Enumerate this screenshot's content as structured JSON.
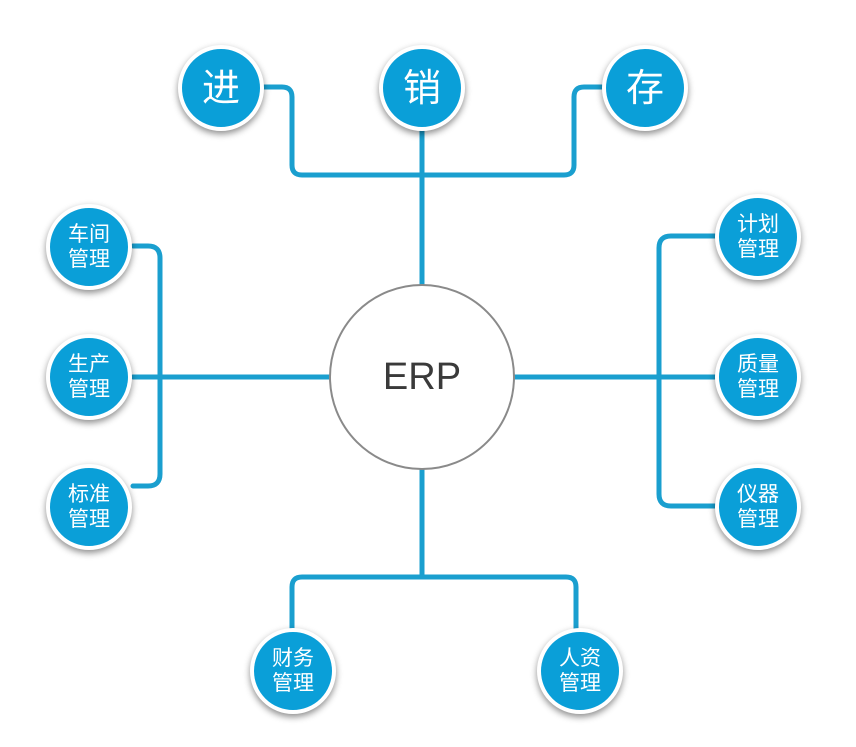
{
  "center": {
    "label": "ERP"
  },
  "nodes": [
    {
      "id": "jin",
      "label": "进"
    },
    {
      "id": "xiao",
      "label": "销"
    },
    {
      "id": "cun",
      "label": "存"
    },
    {
      "id": "chejian",
      "label": "车间管理"
    },
    {
      "id": "shengchan",
      "label": "生产管理"
    },
    {
      "id": "biaozhun",
      "label": "标准管理"
    },
    {
      "id": "jihua",
      "label": "计划管理"
    },
    {
      "id": "zhiliang",
      "label": "质量管理"
    },
    {
      "id": "yiqi",
      "label": "仪器管理"
    },
    {
      "id": "caiwu",
      "label": "财务管理"
    },
    {
      "id": "renzi",
      "label": "人资管理"
    }
  ],
  "colors": {
    "node_fill": "#0a9fd8",
    "connector": "#1a9fcf",
    "hub_border": "#8a8a8a",
    "text": "#ffffff"
  }
}
